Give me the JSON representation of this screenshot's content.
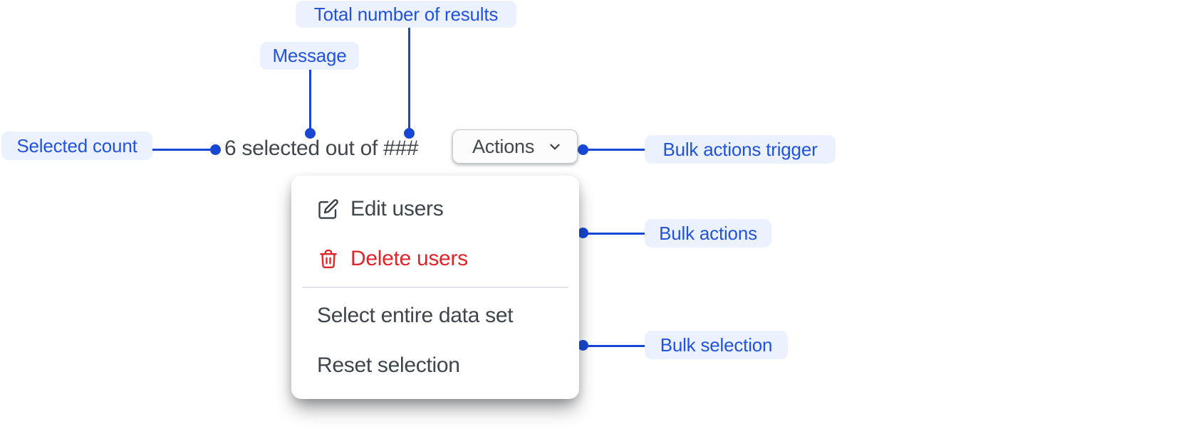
{
  "annotations": {
    "total_results": "Total number of results",
    "message": "Message",
    "selected_count": "Selected count",
    "bulk_actions_trigger": "Bulk actions trigger",
    "bulk_actions": "Bulk actions",
    "bulk_selection": "Bulk selection"
  },
  "toolbar": {
    "selection_message": "6 selected out of ###",
    "actions_button_label": "Actions"
  },
  "menu": {
    "items": [
      {
        "label": "Edit users",
        "icon": "edit-icon",
        "variant": "default"
      },
      {
        "label": "Delete users",
        "icon": "trash-icon",
        "variant": "danger"
      },
      {
        "label": "Select entire data set",
        "icon": "none",
        "variant": "default"
      },
      {
        "label": "Reset selection",
        "icon": "none",
        "variant": "default"
      }
    ]
  },
  "icons": {
    "chevron": "chevron-down-icon",
    "edit": "edit-icon",
    "delete": "trash-icon"
  },
  "colors": {
    "accent_blue_text": "#2153db",
    "connector_blue": "#1847d6",
    "pill_background": "#ebf1fe",
    "danger_red": "#e02428",
    "text_dark": "#42474e",
    "divider": "#e3e4e8"
  }
}
